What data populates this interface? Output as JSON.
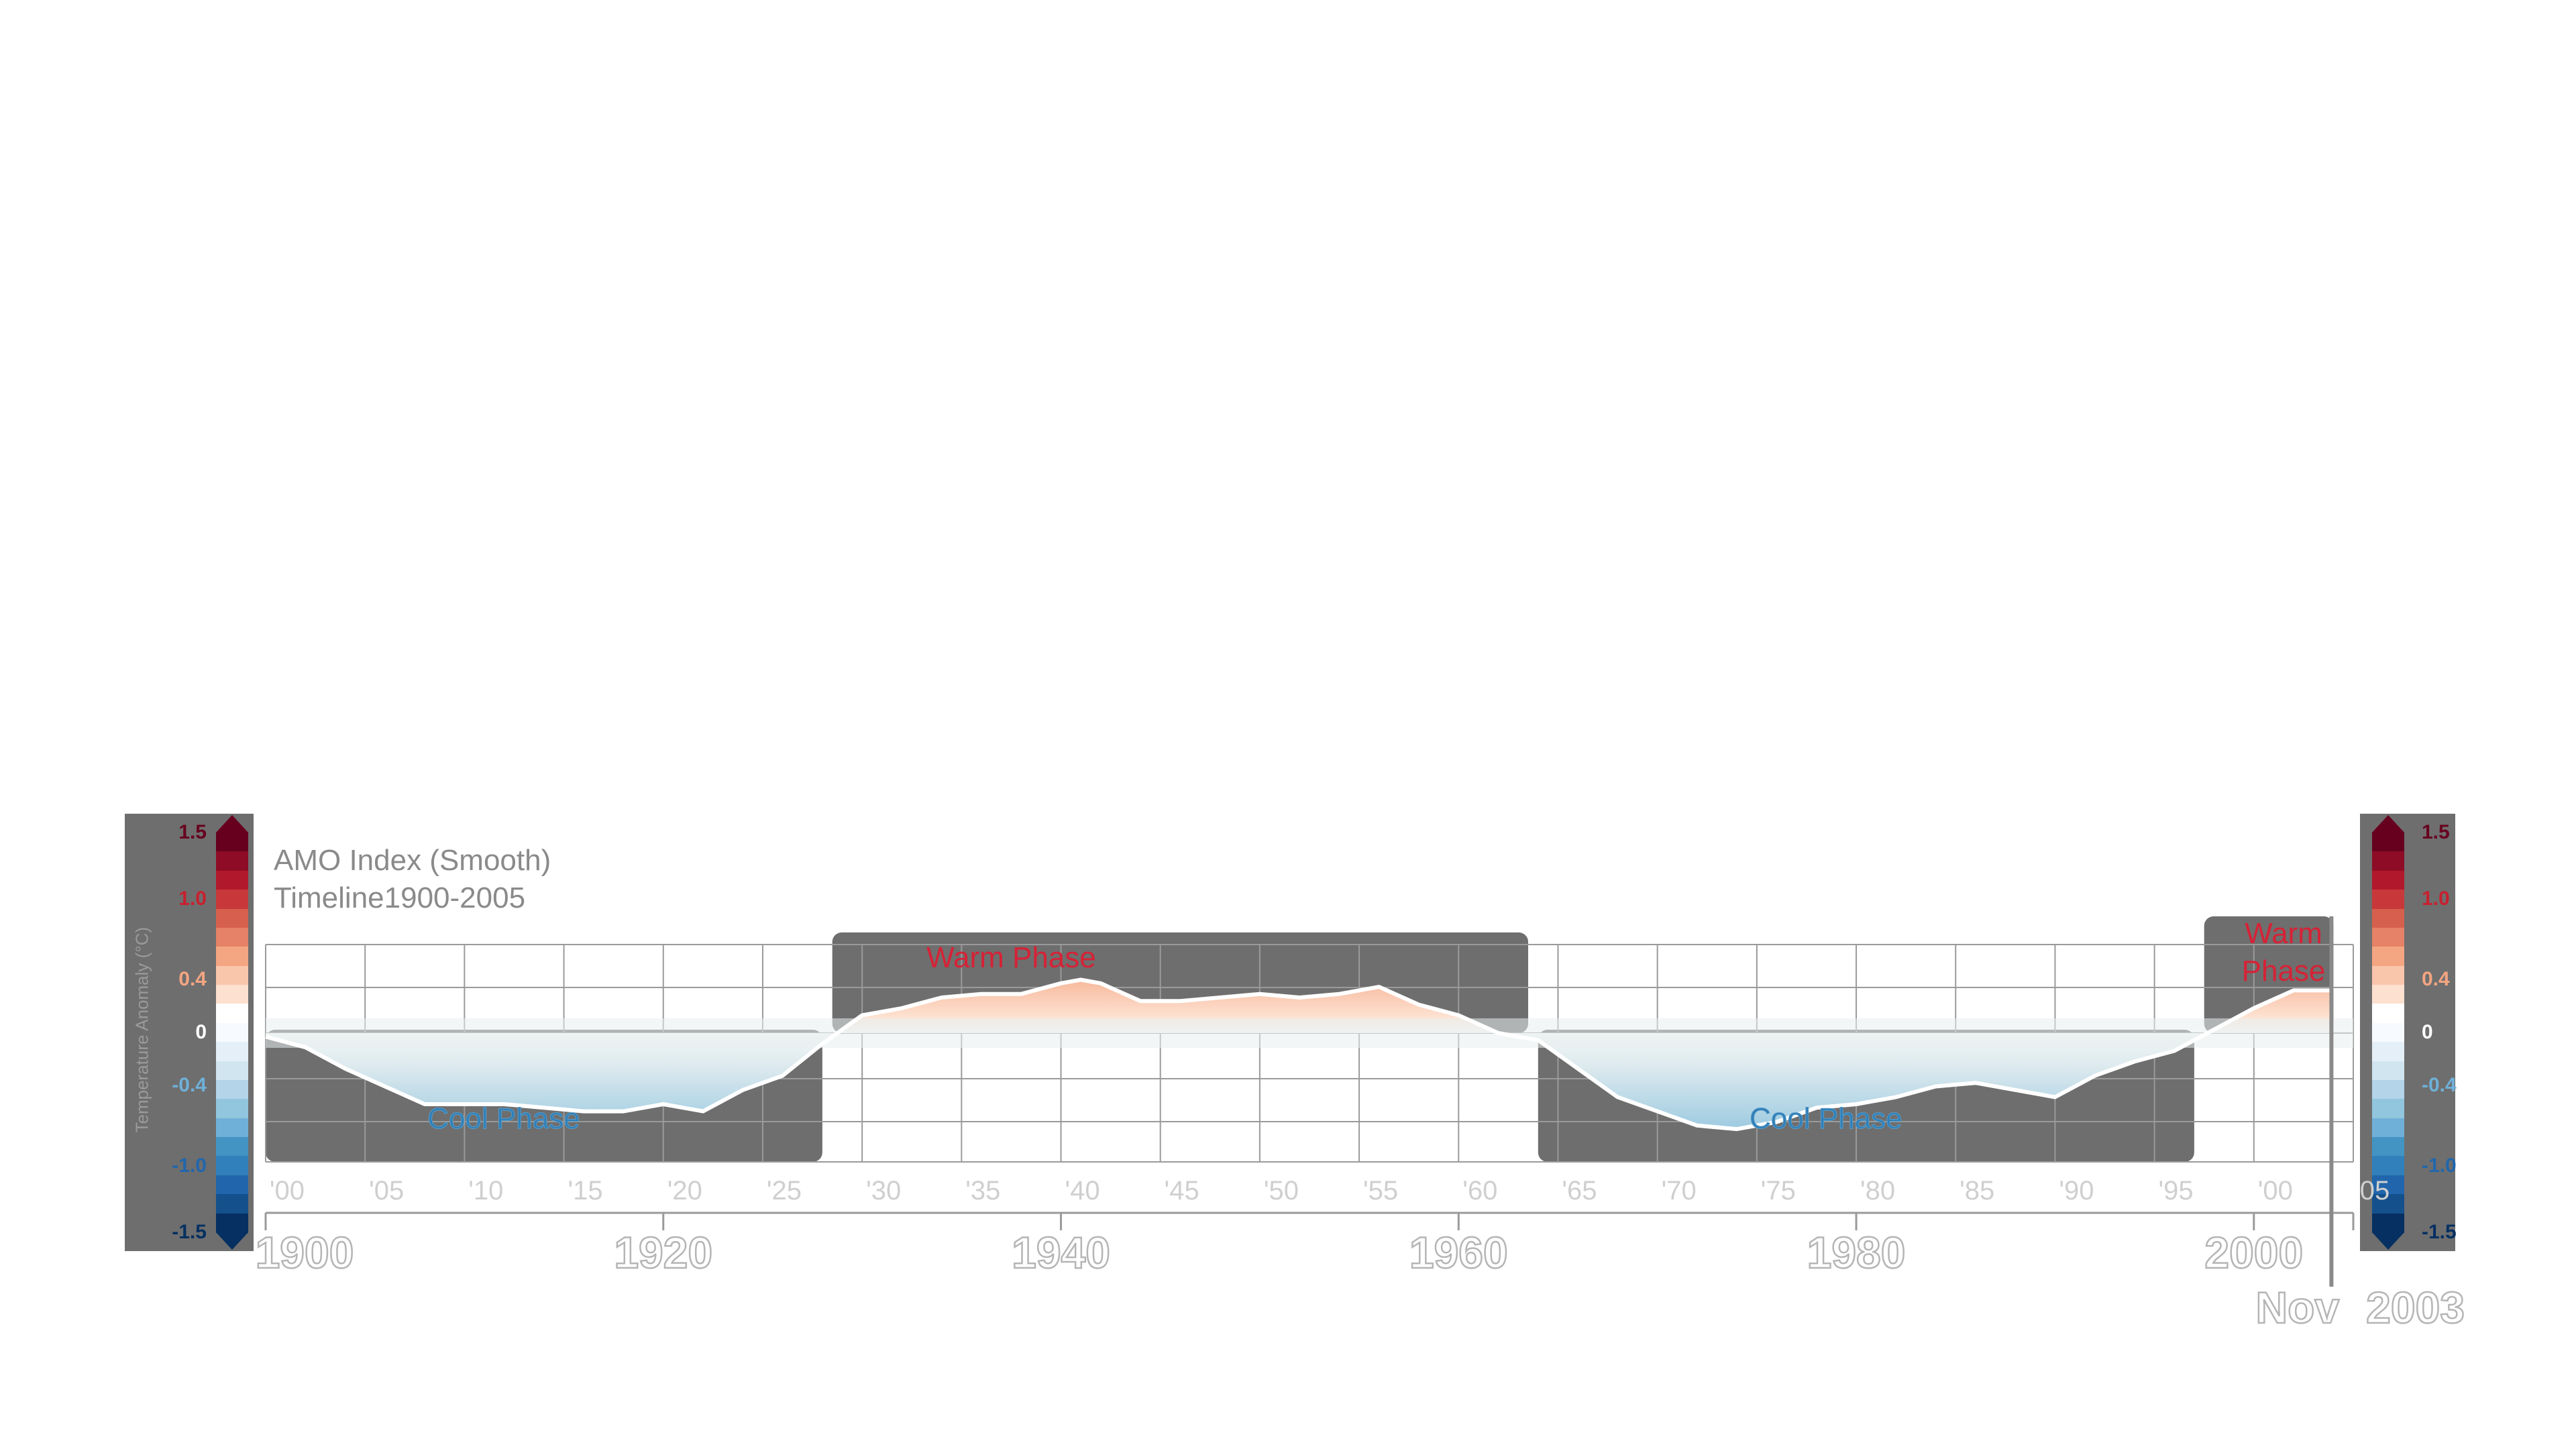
{
  "title": "AMO Index (Smooth)",
  "subtitle": "Timeline1900-2005",
  "current_date": {
    "month": "Nov",
    "year": "2003"
  },
  "colorbar": {
    "label": "Temperature Anomaly (°C)",
    "ticks": [
      {
        "label": "1.5",
        "value": 1.5,
        "color": "#67001f"
      },
      {
        "label": "1.0",
        "value": 1.0,
        "color": "#c8202f"
      },
      {
        "label": "0.4",
        "value": 0.4,
        "color": "#f4a582"
      },
      {
        "label": "0",
        "value": 0,
        "color": "#ffffff"
      },
      {
        "label": "-0.4",
        "value": -0.4,
        "color": "#6fb0d8"
      },
      {
        "label": "-1.0",
        "value": -1.0,
        "color": "#2166ac"
      },
      {
        "label": "-1.5",
        "value": -1.5,
        "color": "#053061"
      }
    ],
    "segments": [
      "#67001f",
      "#8e0c25",
      "#b2182b",
      "#c8383a",
      "#d6604d",
      "#e58267",
      "#f4a582",
      "#f9c5ab",
      "#fde0cf",
      "#ffffff",
      "#f7fbff",
      "#e5eff8",
      "#d1e5f0",
      "#b3d4e9",
      "#92c5de",
      "#6fb0d8",
      "#4393c3",
      "#3180bb",
      "#2166ac",
      "#14508c",
      "#053061"
    ]
  },
  "chart_data": {
    "type": "area",
    "title": "AMO Index (Smooth)",
    "subtitle": "Timeline1900-2005",
    "xlabel": "",
    "ylabel": "",
    "xlim": [
      1900,
      2005
    ],
    "ylim": [
      -0.4,
      0.25
    ],
    "grid": true,
    "major_ticks": [
      1900,
      1920,
      1940,
      1960,
      1980,
      2000
    ],
    "major_tick_labels": [
      "1900",
      "1920",
      "1940",
      "1960",
      "1980",
      "2000"
    ],
    "minor_tick_labels": [
      "'00",
      "'05",
      "'10",
      "'15",
      "'20",
      "'25",
      "'30",
      "'35",
      "'40",
      "'45",
      "'50",
      "'55",
      "'60",
      "'65",
      "'70",
      "'75",
      "'80",
      "'85",
      "'90",
      "'95",
      "'00",
      "05"
    ],
    "minor_ticks": [
      1900,
      1905,
      1910,
      1915,
      1920,
      1925,
      1930,
      1935,
      1940,
      1945,
      1950,
      1955,
      1960,
      1965,
      1970,
      1975,
      1980,
      1985,
      1990,
      1995,
      2000,
      2005
    ],
    "phases": [
      {
        "label": "Cool Phase",
        "start": 1900,
        "end": 1928,
        "kind": "cool"
      },
      {
        "label": "Warm Phase",
        "start": 1928.5,
        "end": 1963.5,
        "kind": "warm"
      },
      {
        "label": "Cool Phase",
        "start": 1964,
        "end": 1997,
        "kind": "cool"
      },
      {
        "label": "Warm Phase",
        "start": 1997.5,
        "end": 2004,
        "kind": "warm"
      }
    ],
    "series": [
      {
        "x": [
          1900,
          1902,
          1904,
          1906,
          1908,
          1910,
          1912,
          1914,
          1916,
          1918,
          1920,
          1922,
          1924,
          1926,
          1928,
          1930,
          1932,
          1934,
          1936,
          1938,
          1940,
          1941,
          1942,
          1944,
          1946,
          1948,
          1950,
          1952,
          1954,
          1956,
          1958,
          1960,
          1962,
          1964,
          1966,
          1968,
          1970,
          1972,
          1974,
          1976,
          1978,
          1980,
          1982,
          1984,
          1986,
          1988,
          1990,
          1992,
          1994,
          1996,
          1998,
          2000,
          2002,
          2003.9
        ],
        "y": [
          -0.01,
          -0.04,
          -0.1,
          -0.15,
          -0.2,
          -0.2,
          -0.2,
          -0.21,
          -0.22,
          -0.22,
          -0.2,
          -0.22,
          -0.16,
          -0.12,
          -0.03,
          0.05,
          0.07,
          0.1,
          0.11,
          0.11,
          0.14,
          0.15,
          0.14,
          0.09,
          0.09,
          0.1,
          0.11,
          0.1,
          0.11,
          0.13,
          0.08,
          0.05,
          0.0,
          -0.02,
          -0.1,
          -0.18,
          -0.22,
          -0.26,
          -0.27,
          -0.25,
          -0.21,
          -0.2,
          -0.18,
          -0.15,
          -0.14,
          -0.16,
          -0.18,
          -0.12,
          -0.08,
          -0.05,
          0.01,
          0.07,
          0.12,
          0.12
        ]
      }
    ]
  }
}
